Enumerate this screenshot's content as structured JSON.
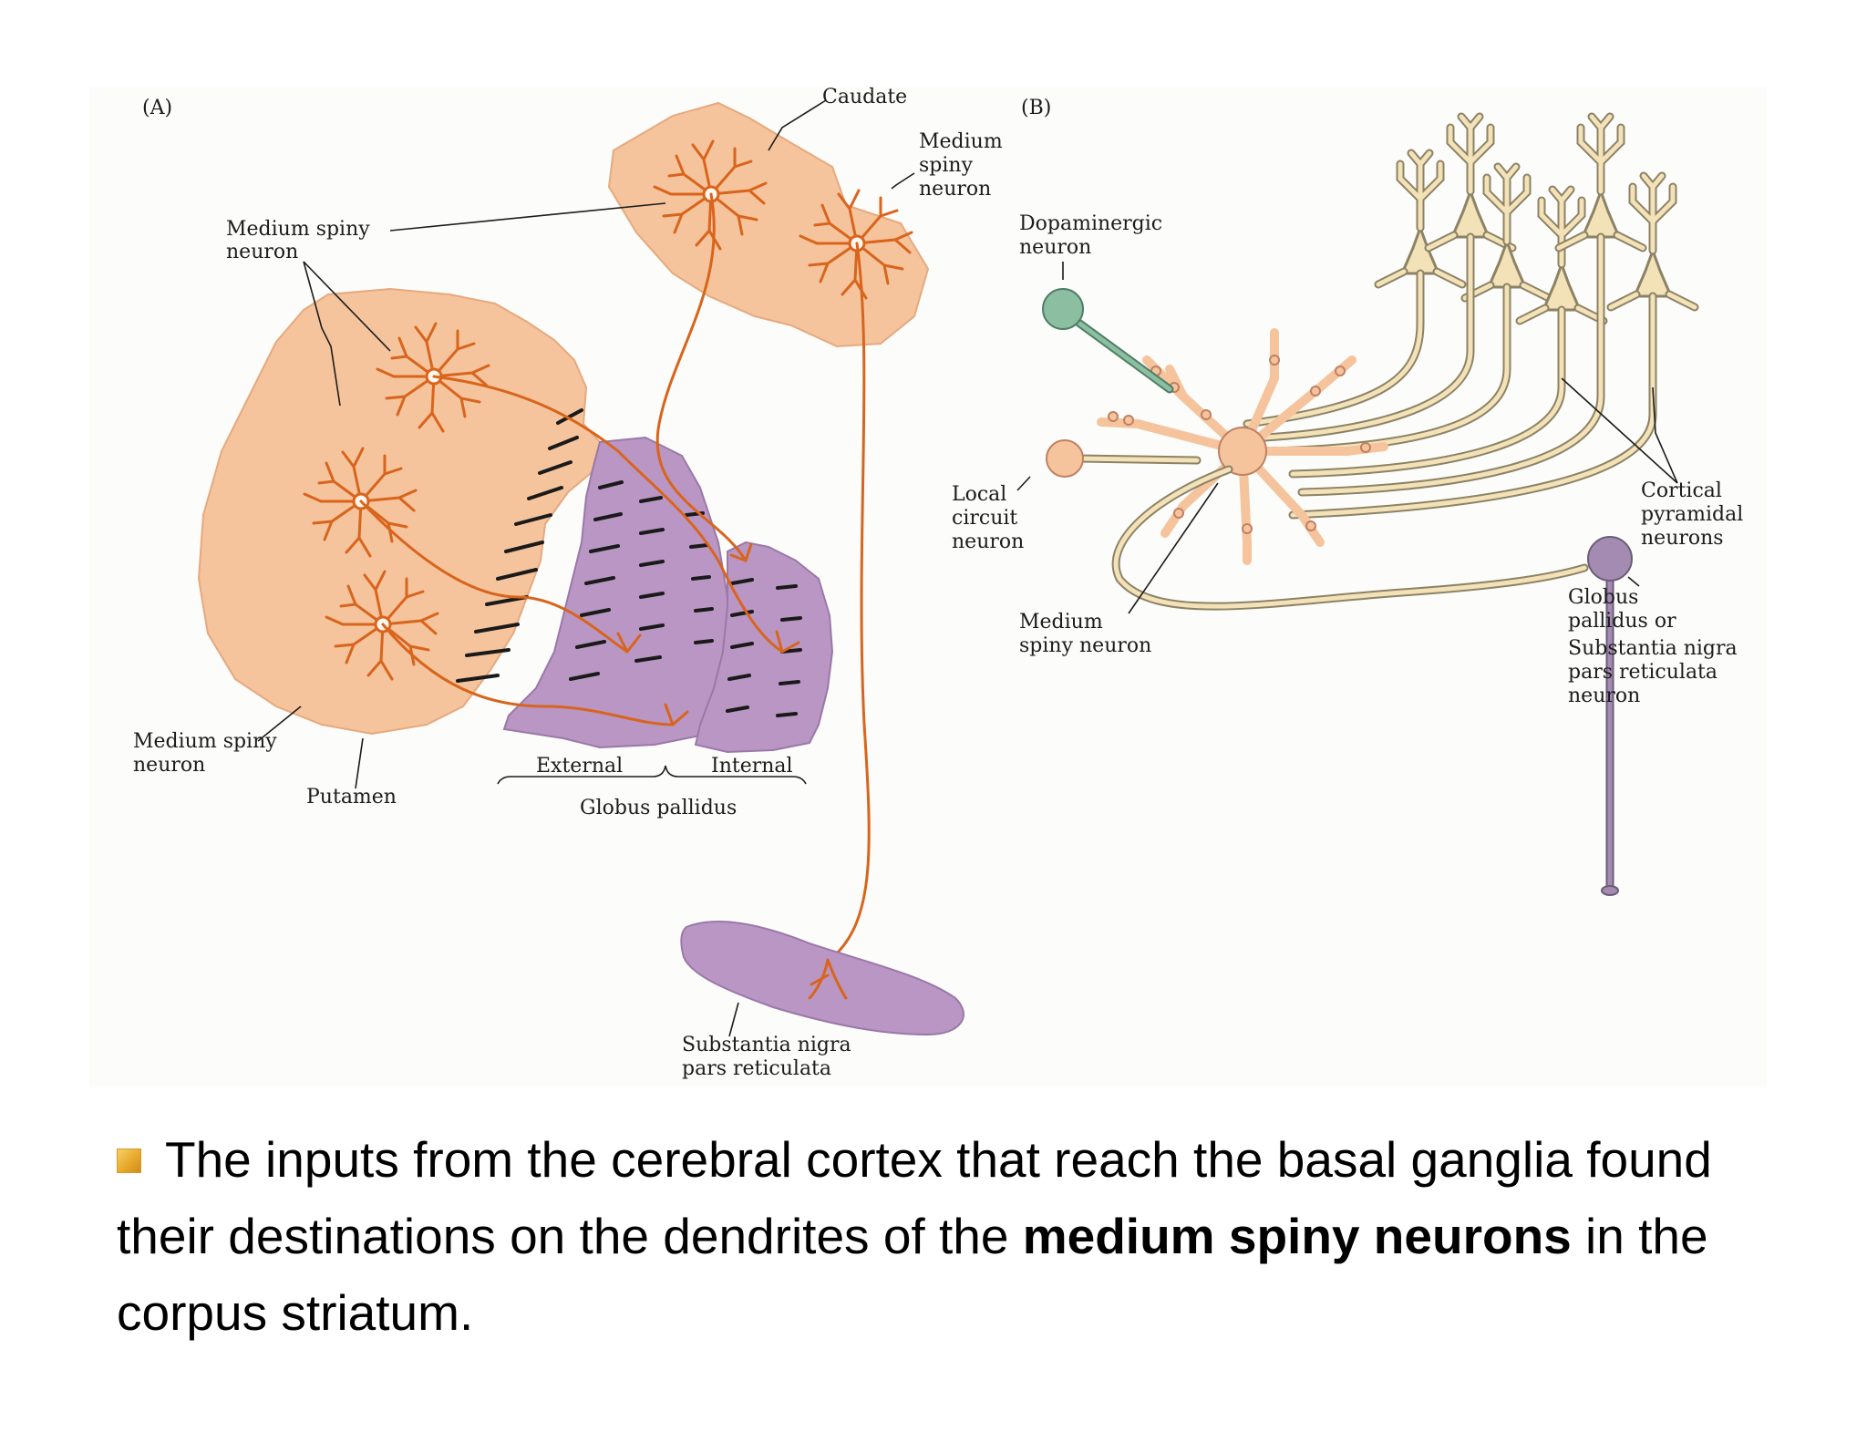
{
  "colors": {
    "striatum": "#f5c49c",
    "pallidum": "#b996c4",
    "neuron_orange": "#d9641c",
    "cortical": "#f3e2b7",
    "cortical_outline": "#8c8266",
    "dopaminergic": "#8cbfa2",
    "gp_neuron": "#a48bb2",
    "bullet": "#e8a92c"
  },
  "panel_a": {
    "tag": "(A)",
    "labels": {
      "caudate": "Caudate",
      "msn_caudate": [
        "Medium",
        "spiny",
        "neuron"
      ],
      "msn_top": [
        "Medium spiny",
        "neuron"
      ],
      "msn_bottom": [
        "Medium spiny",
        "neuron"
      ],
      "putamen": "Putamen",
      "external": "External",
      "internal": "Internal",
      "globus_pallidus": "Globus pallidus",
      "snr": [
        "Substantia nigra",
        "pars reticulata"
      ]
    }
  },
  "panel_b": {
    "tag": "(B)",
    "labels": {
      "dopaminergic": [
        "Dopaminergic",
        "neuron"
      ],
      "local_circuit": [
        "Local",
        "circuit",
        "neuron"
      ],
      "msn": [
        "Medium",
        "spiny neuron"
      ],
      "cortical": [
        "Cortical",
        "pyramidal",
        "neurons"
      ],
      "gp_snr": [
        "Globus",
        "pallidus or",
        "Substantia nigra",
        "pars reticulata",
        "neuron"
      ]
    }
  },
  "caption": {
    "part1": "The inputs from the cerebral cortex that reach the basal ganglia found their destinations on the dendrites of the ",
    "bold": "medium spiny neurons",
    "part2": " in the corpus striatum."
  }
}
